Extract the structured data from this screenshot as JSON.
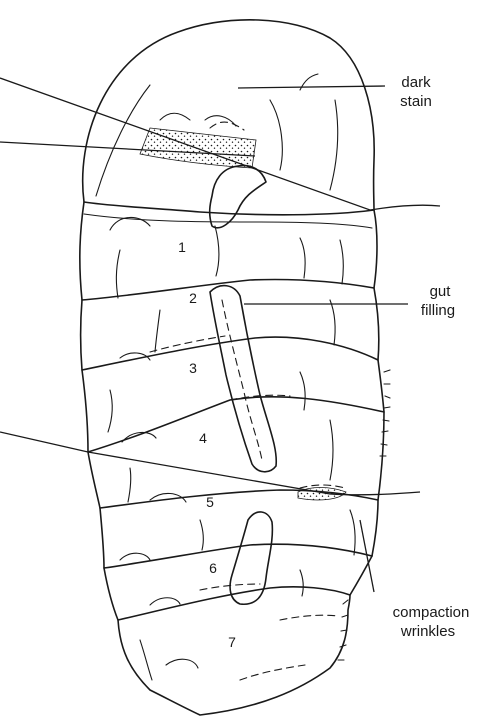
{
  "labels": {
    "dark_stain_line1": "dark",
    "dark_stain_line2": "stain",
    "gut_filling_line1": "gut",
    "gut_filling_line2": "filling",
    "compaction_line1": "compaction",
    "compaction_line2": "wrinkles"
  },
  "segments": [
    "1",
    "2",
    "3",
    "4",
    "5",
    "6",
    "7"
  ]
}
